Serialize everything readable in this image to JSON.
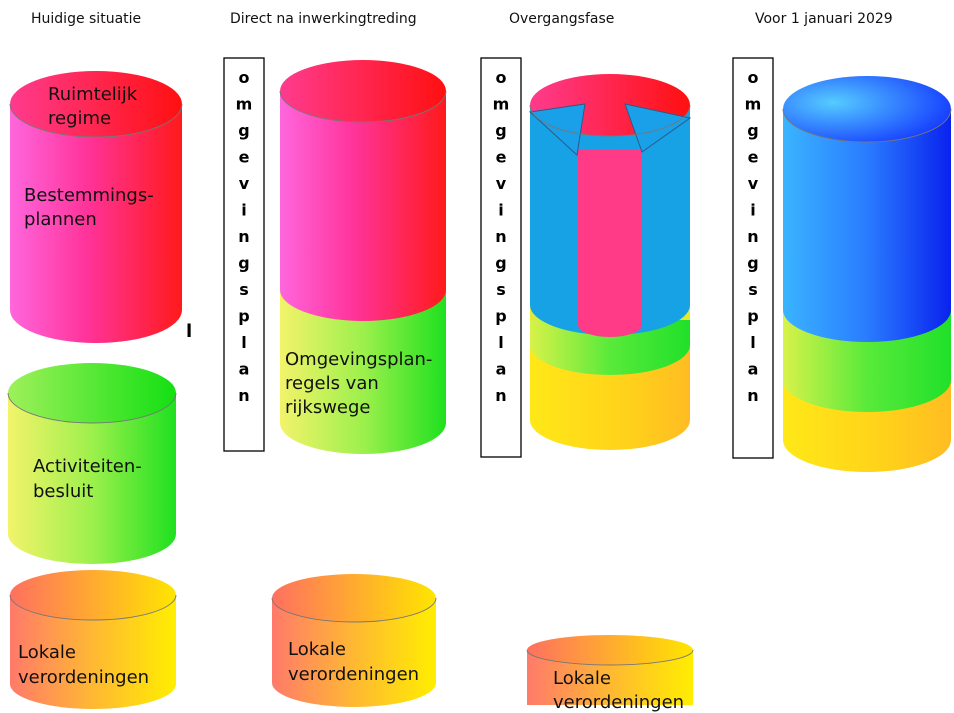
{
  "columns": [
    {
      "title": "Huidige situatie"
    },
    {
      "title": "Direct na inwerkingtreding"
    },
    {
      "title": "Overgangsfase"
    },
    {
      "title": "Voor 1 januari 2029"
    }
  ],
  "col1": {
    "top_label_lines": [
      "Ruimtelijk",
      "regime"
    ],
    "mid_label_lines": [
      "Bestemmings-",
      "plannen"
    ],
    "stray_mark": "l",
    "activities_label_lines": [
      "Activiteiten-",
      "besluit"
    ],
    "local_label_lines": [
      "Lokale",
      "verordeningen"
    ]
  },
  "col2": {
    "rules_label_lines": [
      "Omgevingsplan-",
      "regels van",
      "rijkswege"
    ],
    "local_label_lines": [
      "Lokale",
      "verordeningen"
    ]
  },
  "col3": {
    "local_label_lines": [
      "Lokale",
      "verordeningen"
    ]
  },
  "vertical_word": "omgevingsplan",
  "colors": {
    "red": "#ff1a1a",
    "magenta": "#ff55cc",
    "green": "#2ee82e",
    "yellow": "#ffee00",
    "orange": "#ff9f3a",
    "blue": "#1144ff",
    "cyan": "#1aa0e8"
  }
}
